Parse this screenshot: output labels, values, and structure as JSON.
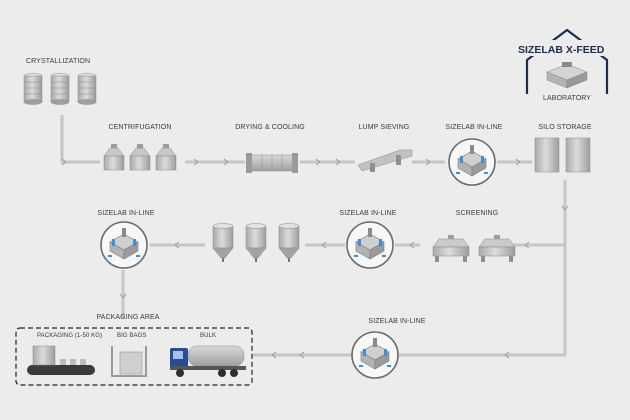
{
  "labels": {
    "crystallization": "CRYSTALLIZATION",
    "centrifugation": "CENTRIFUGATION",
    "drying": "DRYING & COOLING",
    "lump_sieving": "LUMP SIEVING",
    "sizelab_inline": "SIZELAB IN-LINE",
    "silo_storage": "SILO STORAGE",
    "screening": "SCREENING",
    "packaging_area": "PACKAGING AREA",
    "packaging": "PACKAGING (1-50 KG)",
    "big_bags": "BIG BAGS",
    "bulk": "BULK",
    "laboratory": "LABORATORY",
    "xfeed": "SIZELAB X-FEED"
  },
  "colors": {
    "background": "#ececec",
    "pipe": "#c6c6c6",
    "equipment": "#bdbdbd",
    "equipment_dark": "#8f8f8f",
    "brand_navy": "#1d2a52",
    "sensor_blue": "#3d8fd6",
    "truck_cab": "#2a4b8d"
  },
  "icons": [
    "crystallizer-icon",
    "centrifuge-icon",
    "dryer-icon",
    "sieve-icon",
    "sizelab-inline-icon",
    "silo-icon",
    "screening-icon",
    "packaging-icon",
    "big-bag-icon",
    "truck-icon",
    "lab-house-icon"
  ]
}
